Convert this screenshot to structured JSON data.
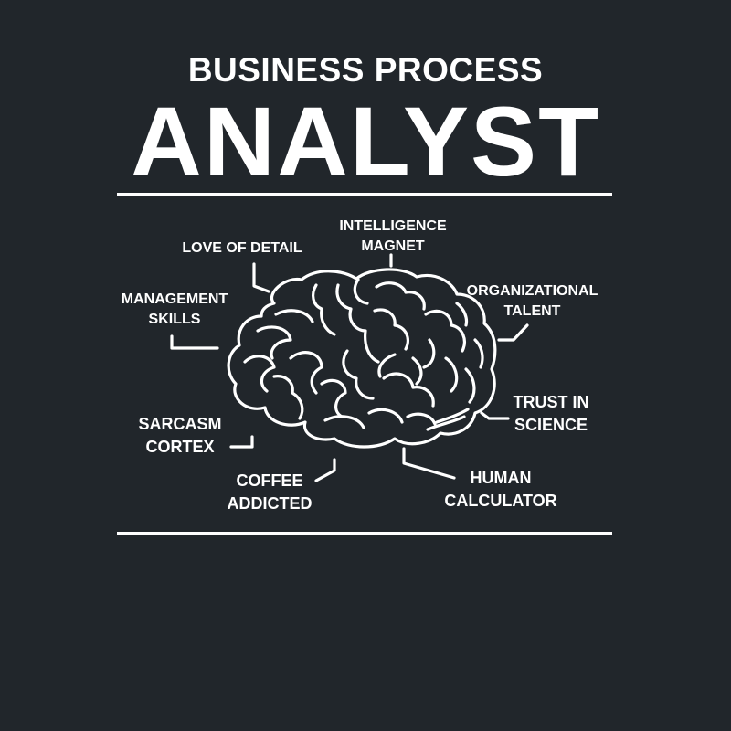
{
  "header": {
    "subtitle": "BUSINESS PROCESS",
    "title": "ANALYST"
  },
  "labels": [
    {
      "id": "intelligence-magnet",
      "text": "INTELLIGENCE\nMAGNET"
    },
    {
      "id": "love-of-detail",
      "text": "LOVE OF DETAIL"
    },
    {
      "id": "organizational-talent",
      "text": "ORGANIZATIONAL\nTALENT"
    },
    {
      "id": "management-skills",
      "text": "MANAGEMENT\nSKILLS"
    },
    {
      "id": "trust-in-science",
      "text": "TRUST IN\nSCIENCE"
    },
    {
      "id": "sarcasm-cortex",
      "text": "SARCASM\nCORTEX"
    },
    {
      "id": "coffee-addicted",
      "text": "COFFEE\nADDICTED"
    },
    {
      "id": "human-calculator",
      "text": "HUMAN\nCALCULATOR"
    }
  ],
  "icons": {
    "center": "brain-icon"
  },
  "colors": {
    "background": "#21262b",
    "foreground": "#ffffff"
  }
}
